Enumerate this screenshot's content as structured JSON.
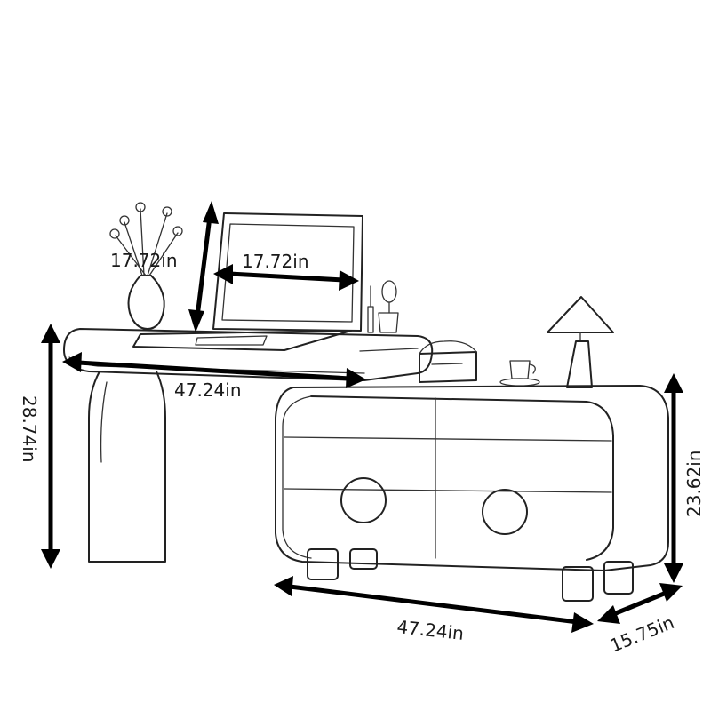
{
  "dimensions": {
    "mirror_height": "17.72in",
    "mirror_width": "17.72in",
    "desk_length": "47.24in",
    "desk_height": "28.74in",
    "cabinet_length": "47.24in",
    "cabinet_height": "23.62in",
    "cabinet_depth": "15.75in"
  }
}
